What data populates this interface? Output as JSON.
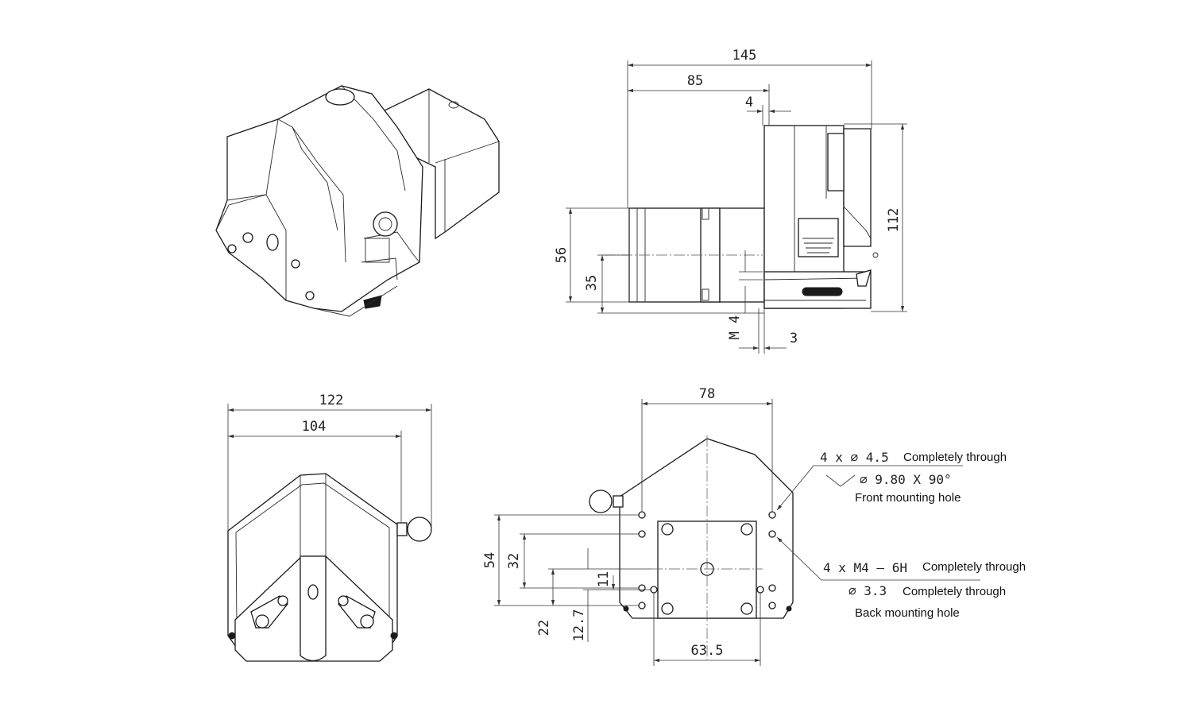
{
  "side_view": {
    "dims": {
      "overall_length": "145",
      "head_length": "85",
      "flange_gap": "4",
      "height": "112",
      "motor_height": "56",
      "mount_height": "35",
      "thread": "M 4",
      "thread_depth": "3"
    }
  },
  "front_view": {
    "dims": {
      "overall_width": "122",
      "body_width": "104"
    }
  },
  "back_view": {
    "dims": {
      "hole_spacing_x": "78",
      "hole_spacing_y": "54",
      "hole_spacing_y2": "32",
      "offset_11": "11",
      "offset_22": "22",
      "offset_12_7": "12.7",
      "motor_spacing": "63.5"
    },
    "front_hole": {
      "qty_size": "4 x ∅ 4.5",
      "qty_desc": "Completely through",
      "countersink": "∅ 9.80 X 90°",
      "title": "Front mounting hole"
    },
    "back_hole": {
      "qty_size": "4 x  M4 — 6H",
      "qty_desc": "Completely through",
      "drill": "∅ 3.3",
      "drill_desc": "Completely through",
      "title": "Back mounting hole"
    }
  }
}
